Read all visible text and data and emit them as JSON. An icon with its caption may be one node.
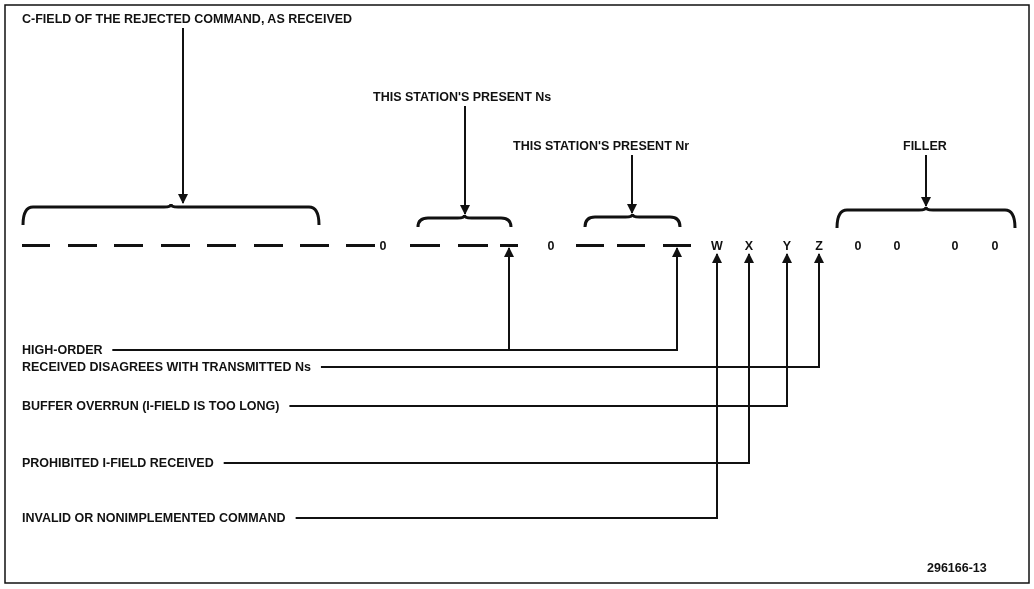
{
  "diagram": {
    "nodes": [
      {
        "text": [
          "C-FIELD OF THE REJECTED COMMAND, AS RECEIVED"
        ]
      },
      {
        "text": [
          "THIS STATION'S PRESENT Ns"
        ]
      },
      {
        "text": [
          "THIS STATION'S PRESENT Nr"
        ]
      },
      {
        "text": [
          "FILLER"
        ]
      },
      {
        "text": [],
        "shape": "brace"
      },
      {
        "text": [],
        "shape": "brace"
      },
      {
        "text": [],
        "shape": "brace"
      },
      {
        "text": [],
        "shape": "brace"
      },
      {
        "text": [],
        "shape": "bar"
      },
      {
        "text": [],
        "shape": "bar"
      },
      {
        "text": [
          "W"
        ]
      },
      {
        "text": [
          "X"
        ]
      },
      {
        "text": [
          "Y"
        ]
      },
      {
        "text": [
          "Z"
        ]
      },
      {
        "text": [
          "HIGH-ORDER"
        ]
      },
      {
        "text": [
          "RECEIVED DISAGREES WITH TRANSMITTED Ns"
        ]
      },
      {
        "text": [
          "BUFFER OVERRUN (I-FIELD IS TOO LONG)"
        ]
      },
      {
        "text": [
          "PROHIBITED I-FIELD RECEIVED"
        ]
      },
      {
        "text": [
          "INVALID OR NONIMPLEMENTED COMMAND"
        ]
      }
    ],
    "edges": [
      {
        "from": 0,
        "to": 4,
        "arrow": "to"
      },
      {
        "from": 1,
        "to": 5,
        "arrow": "to"
      },
      {
        "from": 2,
        "to": 6,
        "arrow": "to"
      },
      {
        "from": 3,
        "to": 7,
        "arrow": "to"
      },
      {
        "from": 14,
        "to": 8,
        "arrow": "to"
      },
      {
        "from": 14,
        "to": 9,
        "arrow": "to"
      },
      {
        "from": 15,
        "to": 13,
        "arrow": "to"
      },
      {
        "from": 16,
        "to": 12,
        "arrow": "to"
      },
      {
        "from": 17,
        "to": 11,
        "arrow": "to"
      },
      {
        "from": 18,
        "to": 10,
        "arrow": "to"
      }
    ],
    "labels": [
      "0",
      "0",
      "0",
      "0",
      "0",
      "0",
      "296166-13"
    ]
  }
}
